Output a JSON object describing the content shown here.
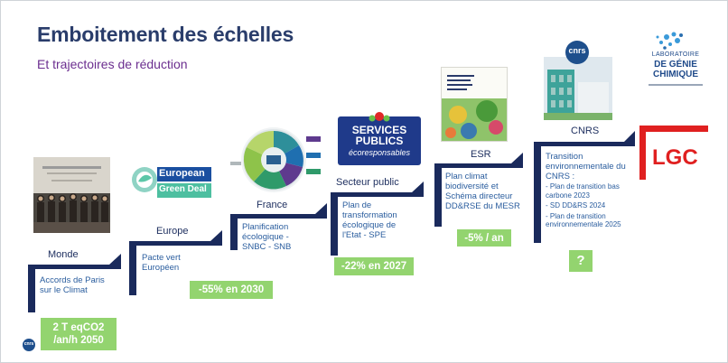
{
  "title": "Emboitement des échelles",
  "subtitle": "Et trajectoires de réduction",
  "steps": [
    {
      "name": "Monde",
      "desc": "Accords de Paris sur le Climat",
      "target": "2 T eqCO2 /an/h 2050"
    },
    {
      "name": "Europe",
      "desc": "Pacte vert Européen",
      "target": ""
    },
    {
      "name": "France",
      "desc": "Planification écologique - SNBC - SNB",
      "target": "-55% en 2030"
    },
    {
      "name": "Secteur public",
      "desc": "Plan de transformation écologique de l'Etat - SPE",
      "target": "-22% en 2027"
    },
    {
      "name": "ESR",
      "desc": "Plan climat biodiversité et Schéma directeur DD&RSE du MESR",
      "target": "-5% / an"
    },
    {
      "name": "CNRS",
      "desc": "",
      "target": "?"
    }
  ],
  "cnrs_desc": {
    "head": "Transition environnementale du CNRS :",
    "items": [
      "- Plan de transition bas carbone 2023",
      "- SD DD&RS 2024",
      "- Plan de transition environnementale 2025"
    ]
  },
  "images": {
    "eu_logo_line1": "European",
    "eu_logo_line2": "Green Deal",
    "services_publics_line1": "SERVICES",
    "services_publics_line2": "PUBLICS",
    "services_publics_line3": "écoresponsables",
    "cnrs_logo": "cnrs",
    "lab_line1": "LABORATOIRE",
    "lab_line2": "DE GÉNIE",
    "lab_line3": "CHIMIQUE",
    "lgc": "LGC",
    "corner_logo": "cnrs"
  },
  "colors": {
    "navy": "#1a2a5c",
    "green": "#93d46f",
    "title": "#2a3d6b",
    "subtitle": "#6b2e8f",
    "red": "#e02020"
  }
}
